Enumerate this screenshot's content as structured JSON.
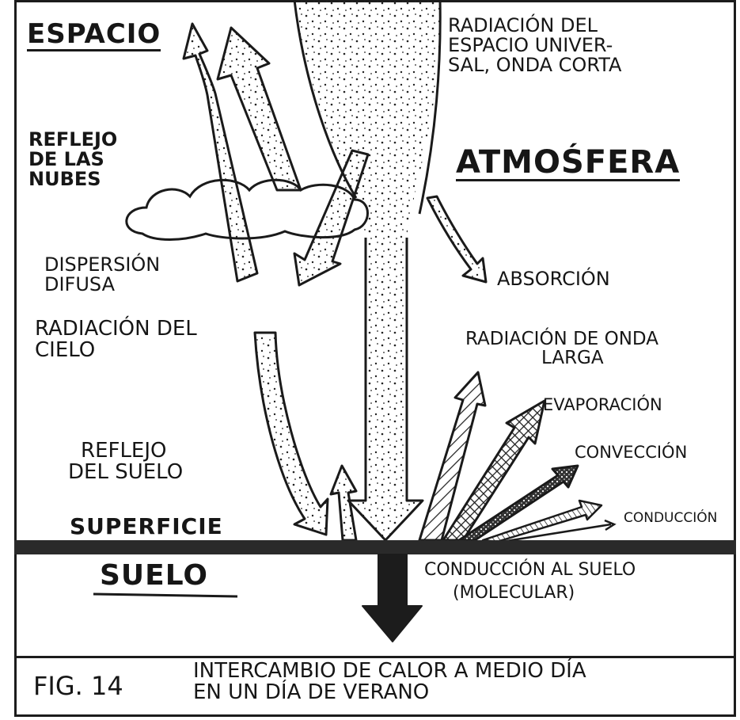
{
  "labels": {
    "espacio": "ESPACIO",
    "radiacion_espacio": [
      "RADIACIÓN DEL",
      "ESPACIO UNIVER-",
      "SAL, ONDA CORTA"
    ],
    "atmosfera": "ATMOŚFERA",
    "reflejo_nubes": [
      "REFLEJO",
      "DE LAS",
      "NUBES"
    ],
    "dispersion": [
      "DISPERSIÓN",
      "DIFUSA"
    ],
    "absorcion": "ABSORCIÓN",
    "radiacion_cielo": [
      "RADIACIÓN DEL",
      "CIELO"
    ],
    "onda_larga": [
      "RADIACIÓN DE ONDA",
      "LARGA"
    ],
    "evaporacion": "EVAPORACIÓN",
    "conveccion": "CONVECCIÓN",
    "reflejo_suelo": [
      "REFLEJO",
      "DEL SUELO"
    ],
    "conduccion": "CONDUCCIÓN",
    "superficie": "SUPERFICIE",
    "suelo": "SUELO",
    "conduccion_suelo": [
      "CONDUCCIÓN AL SUELO",
      "(MOLECULAR)"
    ]
  },
  "caption": {
    "fig": "FIG. 14",
    "text": [
      "INTERCAMBIO DE CALOR A MEDIO DÍA",
      "EN UN DÍA DE VERANO"
    ]
  }
}
